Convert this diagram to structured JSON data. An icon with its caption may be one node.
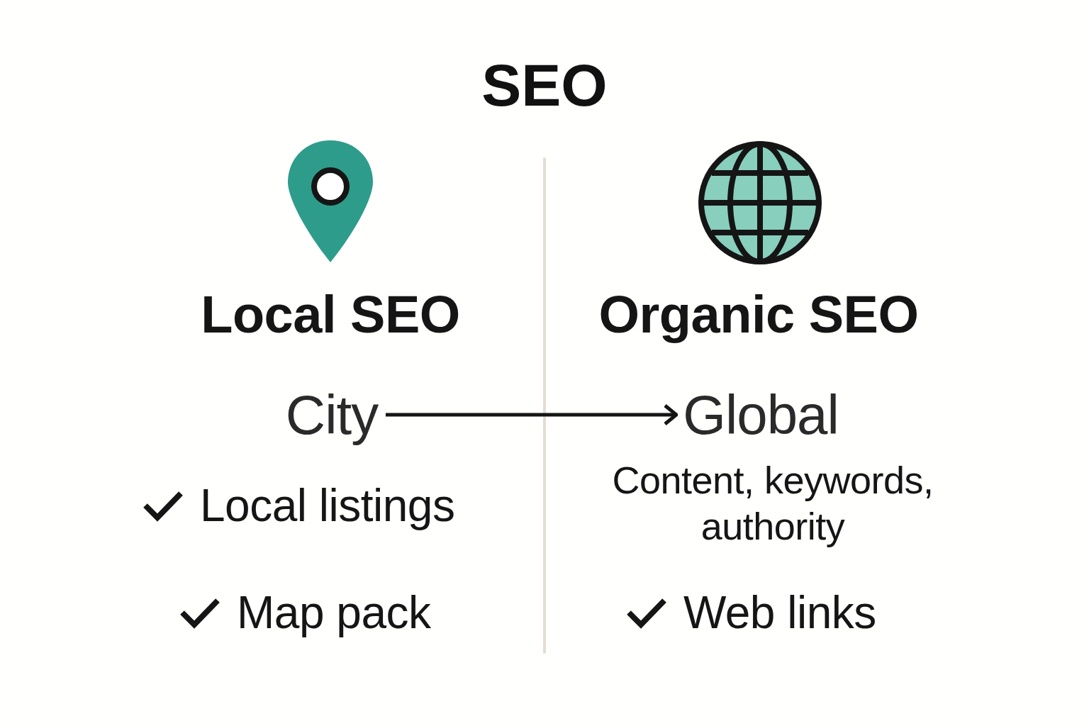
{
  "diagram": {
    "title": "SEO",
    "nodes": [
      {
        "text": [
          "City"
        ]
      },
      {
        "text": [
          "Global"
        ]
      }
    ],
    "edges": [
      {
        "from": 0,
        "to": 1,
        "arrow": "to"
      }
    ],
    "labels": [
      "Local SEO",
      "Organic SEO",
      "Local listings",
      "Content, keywords, authority",
      "Map pack",
      "Web links"
    ]
  }
}
